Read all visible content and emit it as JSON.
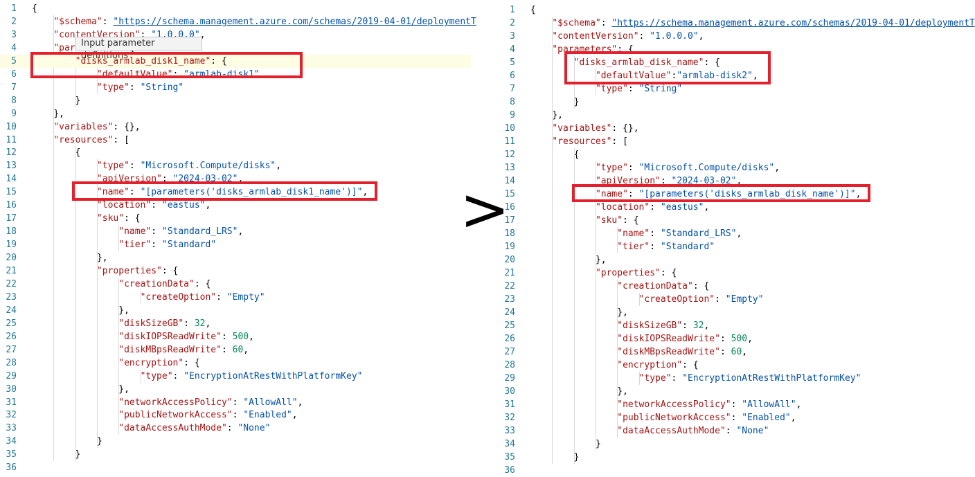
{
  "separator": ">",
  "tooltip_text": "Input parameter definitions",
  "left_editor": {
    "lines": [
      "{",
      "    \"$schema\": \"https://schema.management.azure.com/schemas/2019-04-01/deploymentT",
      "    \"contentVersion\": \"1.0.0.0\",",
      "    \"parameters\": {",
      "        \"disks_armlab_disk1_name\": {",
      "            \"defaultValue\": \"armlab-disk1\",",
      "            \"type\": \"String\"",
      "        }",
      "    },",
      "    \"variables\": {},",
      "    \"resources\": [",
      "        {",
      "            \"type\": \"Microsoft.Compute/disks\",",
      "            \"apiVersion\": \"2024-03-02\",",
      "            \"name\": \"[parameters('disks_armlab_disk1_name')]\",",
      "            \"location\": \"eastus\",",
      "            \"sku\": {",
      "                \"name\": \"Standard_LRS\",",
      "                \"tier\": \"Standard\"",
      "            },",
      "            \"properties\": {",
      "                \"creationData\": {",
      "                    \"createOption\": \"Empty\"",
      "                },",
      "                \"diskSizeGB\": 32,",
      "                \"diskIOPSReadWrite\": 500,",
      "                \"diskMBpsReadWrite\": 60,",
      "                \"encryption\": {",
      "                    \"type\": \"EncryptionAtRestWithPlatformKey\"",
      "                },",
      "                \"networkAccessPolicy\": \"AllowAll\",",
      "                \"publicNetworkAccess\": \"Enabled\",",
      "                \"dataAccessAuthMode\": \"None\"",
      "            }",
      "        }"
    ]
  },
  "right_editor": {
    "lines": [
      "{",
      "    \"$schema\": \"https://schema.management.azure.com/schemas/2019-04-01/deploymentT",
      "    \"contentVersion\": \"1.0.0.0\",",
      "    \"parameters\": {",
      "        \"disks_armlab_disk_name\": {",
      "            \"defaultValue\":\"armlab-disk2\",",
      "            \"type\": \"String\"",
      "        }",
      "    },",
      "    \"variables\": {},",
      "    \"resources\": [",
      "        {",
      "            \"type\": \"Microsoft.Compute/disks\",",
      "            \"apiVersion\": \"2024-03-02\",",
      "            \"name\": \"[parameters('disks_armlab_disk_name')]\",",
      "            \"location\": \"eastus\",",
      "            \"sku\": {",
      "                \"name\": \"Standard_LRS\",",
      "                \"tier\": \"Standard\"",
      "            },",
      "            \"properties\": {",
      "                \"creationData\": {",
      "                    \"createOption\": \"Empty\"",
      "                },",
      "                \"diskSizeGB\": 32,",
      "                \"diskIOPSReadWrite\": 500,",
      "                \"diskMBpsReadWrite\": 60,",
      "                \"encryption\": {",
      "                    \"type\": \"EncryptionAtRestWithPlatformKey\"",
      "                },",
      "                \"networkAccessPolicy\": \"AllowAll\",",
      "                \"publicNetworkAccess\": \"Enabled\",",
      "                \"dataAccessAuthMode\": \"None\"",
      "            }",
      "        }"
    ]
  },
  "colors": {
    "key": "#a31515",
    "string": "#0451a5",
    "number": "#098658",
    "line_number": "#237893",
    "annotation_box": "#e3202b",
    "line_highlight": "#fdfde3",
    "match_highlight": "#f5cfb8"
  }
}
